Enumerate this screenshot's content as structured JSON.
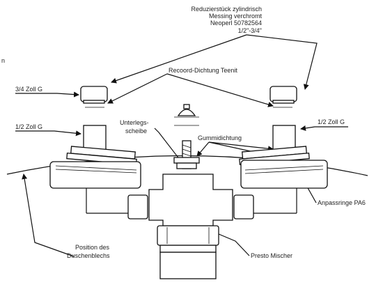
{
  "labels": {
    "reducer_line1": "Reduzierstück zylindrisch",
    "reducer_line2": "Messing verchromt",
    "reducer_line3": "Neoperl 50782564",
    "reducer_line4": "1/2\"-3/4\"",
    "recoord": "Recoord-Dichtung Teenit",
    "three_quarter": "3/4 Zoll G",
    "half_left": "1/2 Zoll G",
    "half_right": "1/2 Zoll G",
    "washer_line1": "Unterlegs-",
    "washer_line2": "scheibe",
    "rubber": "Gummidichtung",
    "adapter": "Anpassringe PA6",
    "position_line1": "Position des",
    "position_line2": "Duschenblechs",
    "mixer": "Presto Mischer",
    "stray_letter": "n"
  }
}
